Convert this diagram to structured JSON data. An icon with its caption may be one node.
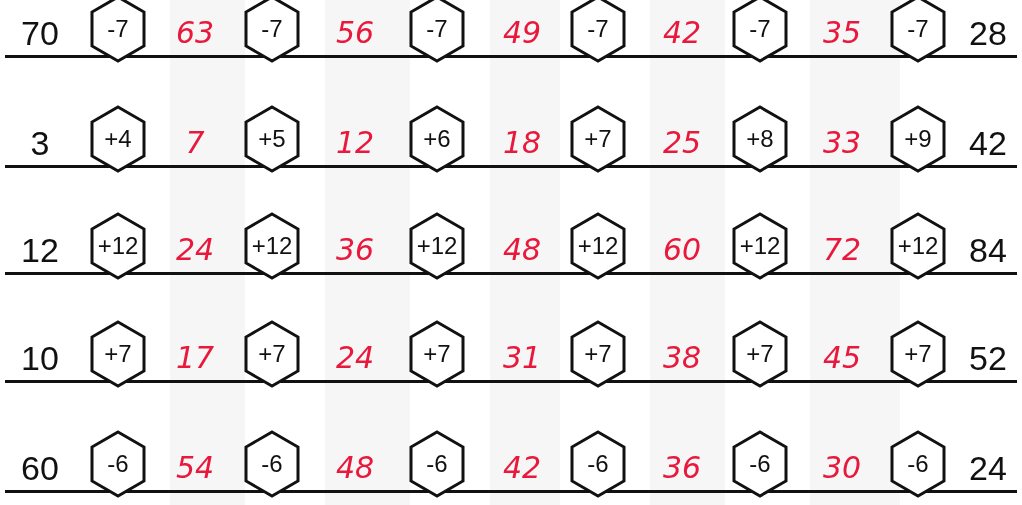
{
  "diagram": {
    "nodes": [
      {
        "text": [
          "-7"
        ]
      },
      {
        "text": [
          "-7"
        ]
      },
      {
        "text": [
          "-7"
        ]
      },
      {
        "text": [
          "-7"
        ]
      },
      {
        "text": [
          "-7"
        ]
      },
      {
        "text": [
          "-7"
        ]
      },
      {
        "text": [
          "+4"
        ]
      },
      {
        "text": [
          "+5"
        ]
      },
      {
        "text": [
          "+6"
        ]
      },
      {
        "text": [
          "+7"
        ]
      },
      {
        "text": [
          "+8"
        ]
      },
      {
        "text": [
          "+9"
        ]
      },
      {
        "text": [
          "+12"
        ]
      },
      {
        "text": [
          "+12"
        ]
      },
      {
        "text": [
          "+12"
        ]
      },
      {
        "text": [
          "+12"
        ]
      },
      {
        "text": [
          "+12"
        ]
      },
      {
        "text": [
          "+12"
        ]
      },
      {
        "text": [
          "+7"
        ]
      },
      {
        "text": [
          "+7"
        ]
      },
      {
        "text": [
          "+7"
        ]
      },
      {
        "text": [
          "+7"
        ]
      },
      {
        "text": [
          "+7"
        ]
      },
      {
        "text": [
          "+7"
        ]
      },
      {
        "text": [
          "-6"
        ]
      },
      {
        "text": [
          "-6"
        ]
      },
      {
        "text": [
          "-6"
        ]
      },
      {
        "text": [
          "-6"
        ]
      },
      {
        "text": [
          "-6"
        ]
      },
      {
        "text": [
          "-6"
        ]
      }
    ],
    "labels": [
      "70",
      "63",
      "56",
      "49",
      "42",
      "35",
      "28",
      "3",
      "7",
      "12",
      "18",
      "25",
      "33",
      "42",
      "12",
      "24",
      "36",
      "48",
      "60",
      "72",
      "84",
      "10",
      "17",
      "24",
      "31",
      "38",
      "45",
      "52",
      "60",
      "54",
      "48",
      "42",
      "36",
      "30",
      "24"
    ]
  }
}
